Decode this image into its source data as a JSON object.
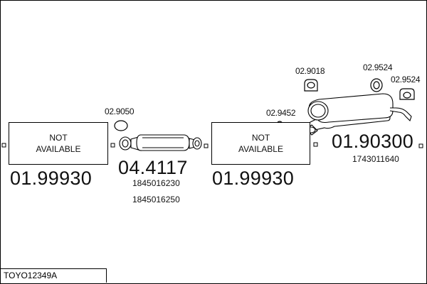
{
  "diagram": {
    "code": "TOYO12349A",
    "not_available_boxes": [
      {
        "line1": "NOT",
        "line2": "AVAILABLE",
        "part_number": "01.99930"
      },
      {
        "line1": "NOT",
        "line2": "AVAILABLE",
        "part_number": "01.99930"
      }
    ],
    "catalytic_converter": {
      "part_number": "04.4117",
      "oe_numbers": [
        "1845016230",
        "1845016250"
      ],
      "gasket": "02.9050"
    },
    "rear_silencer": {
      "part_number": "01.90300",
      "oe_number": "1743011640"
    },
    "accessories": {
      "gasket_front": "02.9452",
      "hanger_left": "02.9018",
      "hanger_mid": "02.9524",
      "hanger_right": "02.9524"
    }
  }
}
